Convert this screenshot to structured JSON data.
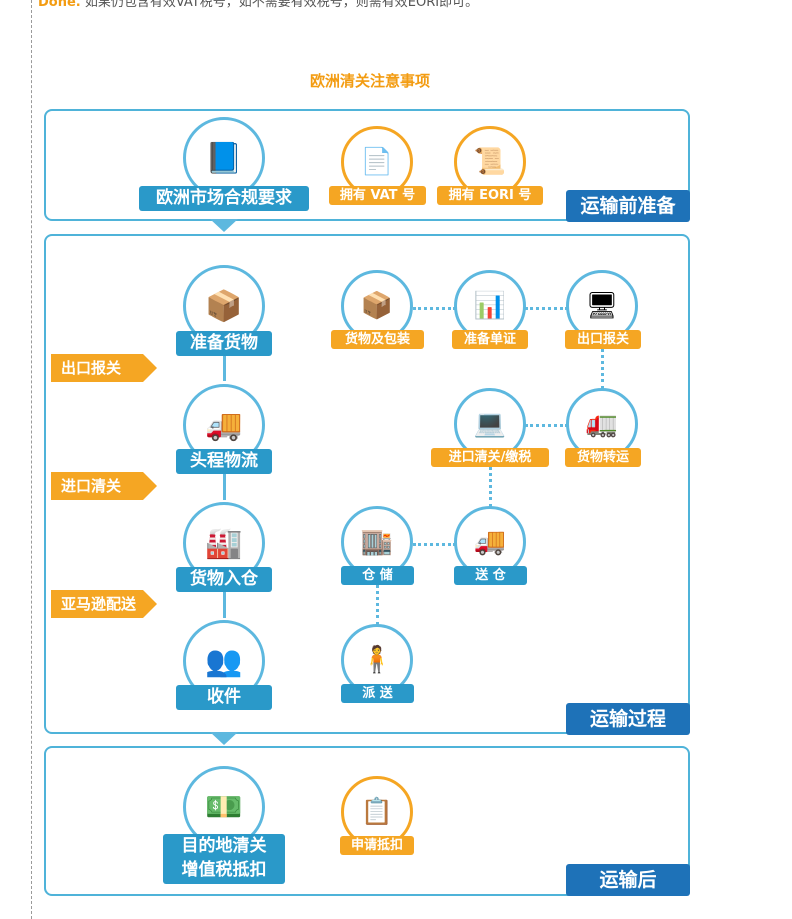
{
  "top_text": {
    "highlight": "Done.",
    "rest": " 如果仍包含有效VAT税号，如不需要有效税号，则需有效EORI即可。"
  },
  "diagram": {
    "title": "欧洲清关注意事项",
    "sections": {
      "pre": "运输前准备",
      "process": "运输过程",
      "post": "运输后"
    },
    "main_steps": {
      "compliance": "欧洲市场合规要求",
      "prepare_goods": "准备货物",
      "first_leg": "头程物流",
      "warehousing": "货物入仓",
      "receive": "收件",
      "dest_clearance_line1": "目的地清关",
      "dest_clearance_line2": "增值税抵扣"
    },
    "side_arrows": {
      "export": "出口报关",
      "import": "进口清关",
      "amazon": "亚马逊配送"
    },
    "sub_steps": {
      "vat": "拥有 VAT 号",
      "eori": "拥有 EORI 号",
      "packaging": "货物及包装",
      "documents": "准备单证",
      "export_decl": "出口报关",
      "import_tax": "进口清关/缴税",
      "transfer": "货物转运",
      "storage": "仓  储",
      "deliver_wh": "送  仓",
      "dispatch": "派  送",
      "apply_deduct": "申请抵扣"
    },
    "icons": {
      "compliance": "book-icon",
      "vat": "document-icon",
      "eori": "certificate-icon",
      "prepare_goods": "boxes-icon",
      "packaging": "package-icon",
      "documents": "report-icon",
      "export_decl": "monitor-icon",
      "first_leg": "truck-icon",
      "import_tax": "screen-icon",
      "transfer": "truck-icon",
      "warehousing": "warehouse-icon",
      "storage": "warehouse-icon",
      "deliver_wh": "truck-icon",
      "receive": "people-icon",
      "dispatch": "courier-icon",
      "dest_clearance": "money-icon",
      "apply_deduct": "clipboard-icon"
    },
    "colors": {
      "blue": "#2a99c9",
      "dark_blue": "#1e72b8",
      "orange": "#f5a623",
      "light_blue": "#5db8df"
    }
  }
}
